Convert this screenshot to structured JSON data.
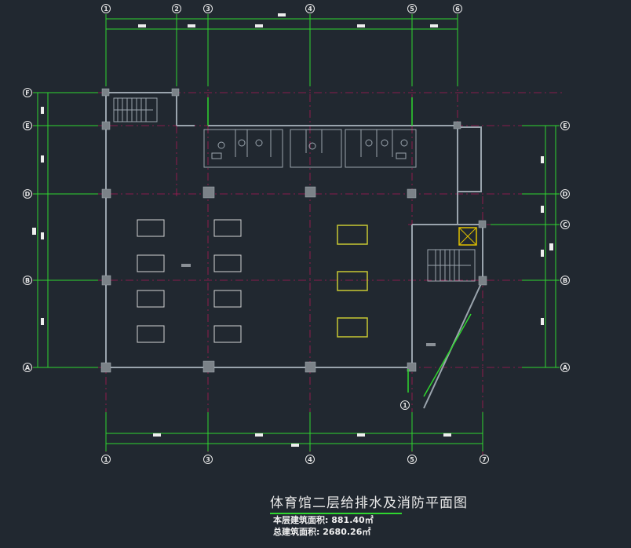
{
  "drawing": {
    "title": "体育馆二层给排水及消防平面图",
    "floor_area_label": "本层建筑面积:",
    "floor_area_value": "881.40㎡",
    "total_area_label": "总建筑面积:",
    "total_area_value": "2680.26㎡"
  },
  "axes": {
    "top": [
      "1",
      "2",
      "3",
      "4",
      "5",
      "6"
    ],
    "bottom": [
      "1",
      "3",
      "4",
      "5",
      "7"
    ],
    "left": [
      "F",
      "E",
      "D",
      "B",
      "A"
    ],
    "right": [
      "E",
      "D",
      "C",
      "B",
      "A"
    ],
    "extra": [
      "1"
    ]
  },
  "colors": {
    "background": "#212830",
    "axis_line": "#2fd62f",
    "grid_line": "#c2185b",
    "wall": "#9aa4ad",
    "column": "#7b8288",
    "fixture": "#d4d4d4",
    "hydrant": "#c8c832",
    "stair_hatch": "#e0c000"
  }
}
